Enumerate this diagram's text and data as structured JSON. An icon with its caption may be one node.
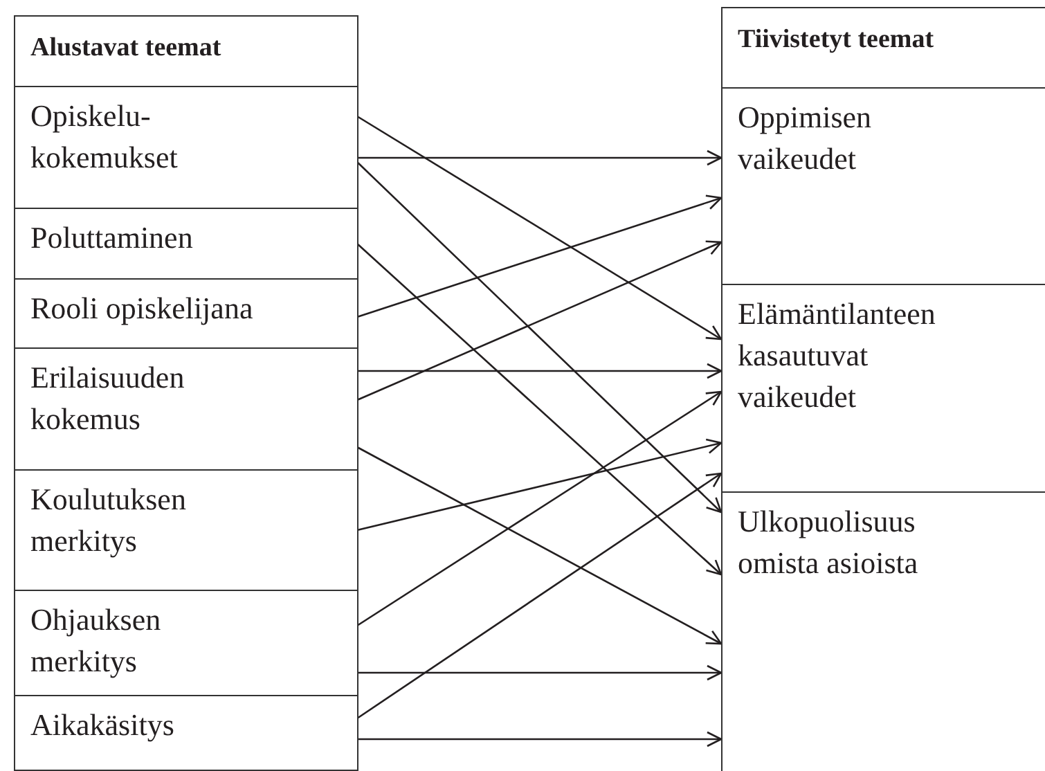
{
  "diagram": {
    "nodes": [
      {
        "text": [
          "Alustavat teemat"
        ]
      },
      {
        "text": [
          "Opiskelu- kokemukset"
        ],
        "in": 0
      },
      {
        "text": [
          "Poluttaminen"
        ],
        "in": 0
      },
      {
        "text": [
          "Rooli opiskelijana"
        ],
        "in": 0
      },
      {
        "text": [
          "Erilaisuuden kokemus"
        ],
        "in": 0
      },
      {
        "text": [
          "Koulutuksen merkitys"
        ],
        "in": 0
      },
      {
        "text": [
          "Ohjauksen merkitys"
        ],
        "in": 0
      },
      {
        "text": [
          "Aikakäsitys"
        ],
        "in": 0
      },
      {
        "text": [
          "Tiivistetyt teemat"
        ]
      },
      {
        "text": [
          "Oppimisen vaikeudet"
        ],
        "in": 8
      },
      {
        "text": [
          "Elämäntilanteen kasautuvat vaikeudet"
        ],
        "in": 8
      },
      {
        "text": [
          "Ulkopuolisuus omista asioista"
        ],
        "in": 8
      }
    ],
    "edges": [
      {
        "from": 1,
        "to": 10,
        "arrow": "to"
      },
      {
        "from": 1,
        "to": 9,
        "arrow": "to"
      },
      {
        "from": 1,
        "to": 11,
        "arrow": "to"
      },
      {
        "from": 2,
        "to": 11,
        "arrow": "to"
      },
      {
        "from": 3,
        "to": 9,
        "arrow": "to"
      },
      {
        "from": 4,
        "to": 10,
        "arrow": "to"
      },
      {
        "from": 4,
        "to": 9,
        "arrow": "to"
      },
      {
        "from": 4,
        "to": 11,
        "arrow": "to"
      },
      {
        "from": 5,
        "to": 10,
        "arrow": "to"
      },
      {
        "from": 6,
        "to": 10,
        "arrow": "to"
      },
      {
        "from": 6,
        "to": 11,
        "arrow": "to"
      },
      {
        "from": 7,
        "to": 10,
        "arrow": "to"
      },
      {
        "from": 7,
        "to": 11,
        "arrow": "to"
      }
    ]
  }
}
